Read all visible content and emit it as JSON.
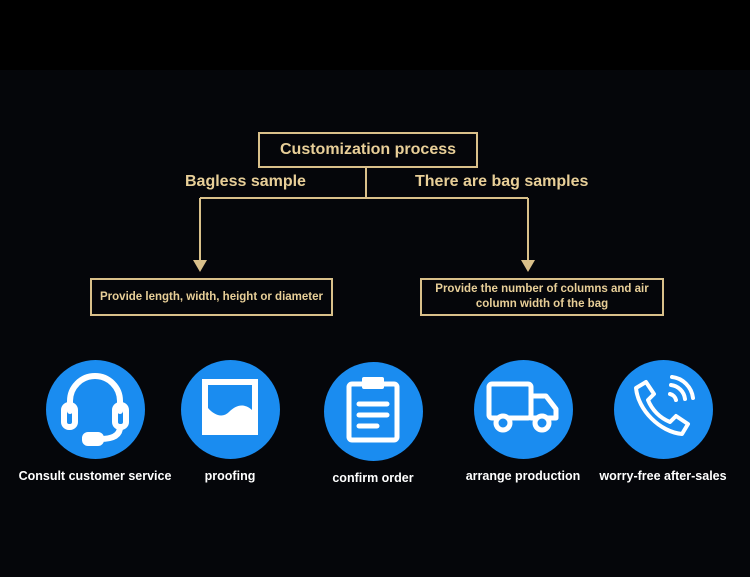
{
  "diagram": {
    "title": "Customization process",
    "branches": [
      {
        "label": "Bagless sample",
        "result_line1": "Provide length, width, height or diameter",
        "result_line2": ""
      },
      {
        "label": "There are bag samples",
        "result_line1": "Provide the number of columns and air",
        "result_line2": "column width of the bag"
      }
    ]
  },
  "steps": [
    {
      "label": "Consult customer service",
      "icon": "headset-icon"
    },
    {
      "label": "proofing",
      "icon": "image-icon"
    },
    {
      "label": "confirm order",
      "icon": "clipboard-icon"
    },
    {
      "label": "arrange production",
      "icon": "truck-icon"
    },
    {
      "label": "worry-free after-sales",
      "icon": "phone-call-icon"
    }
  ],
  "colors": {
    "background": "#05060a",
    "gold": "#d9c08a",
    "icon_circle": "#1a8cf0",
    "step_text": "#ffffff"
  }
}
